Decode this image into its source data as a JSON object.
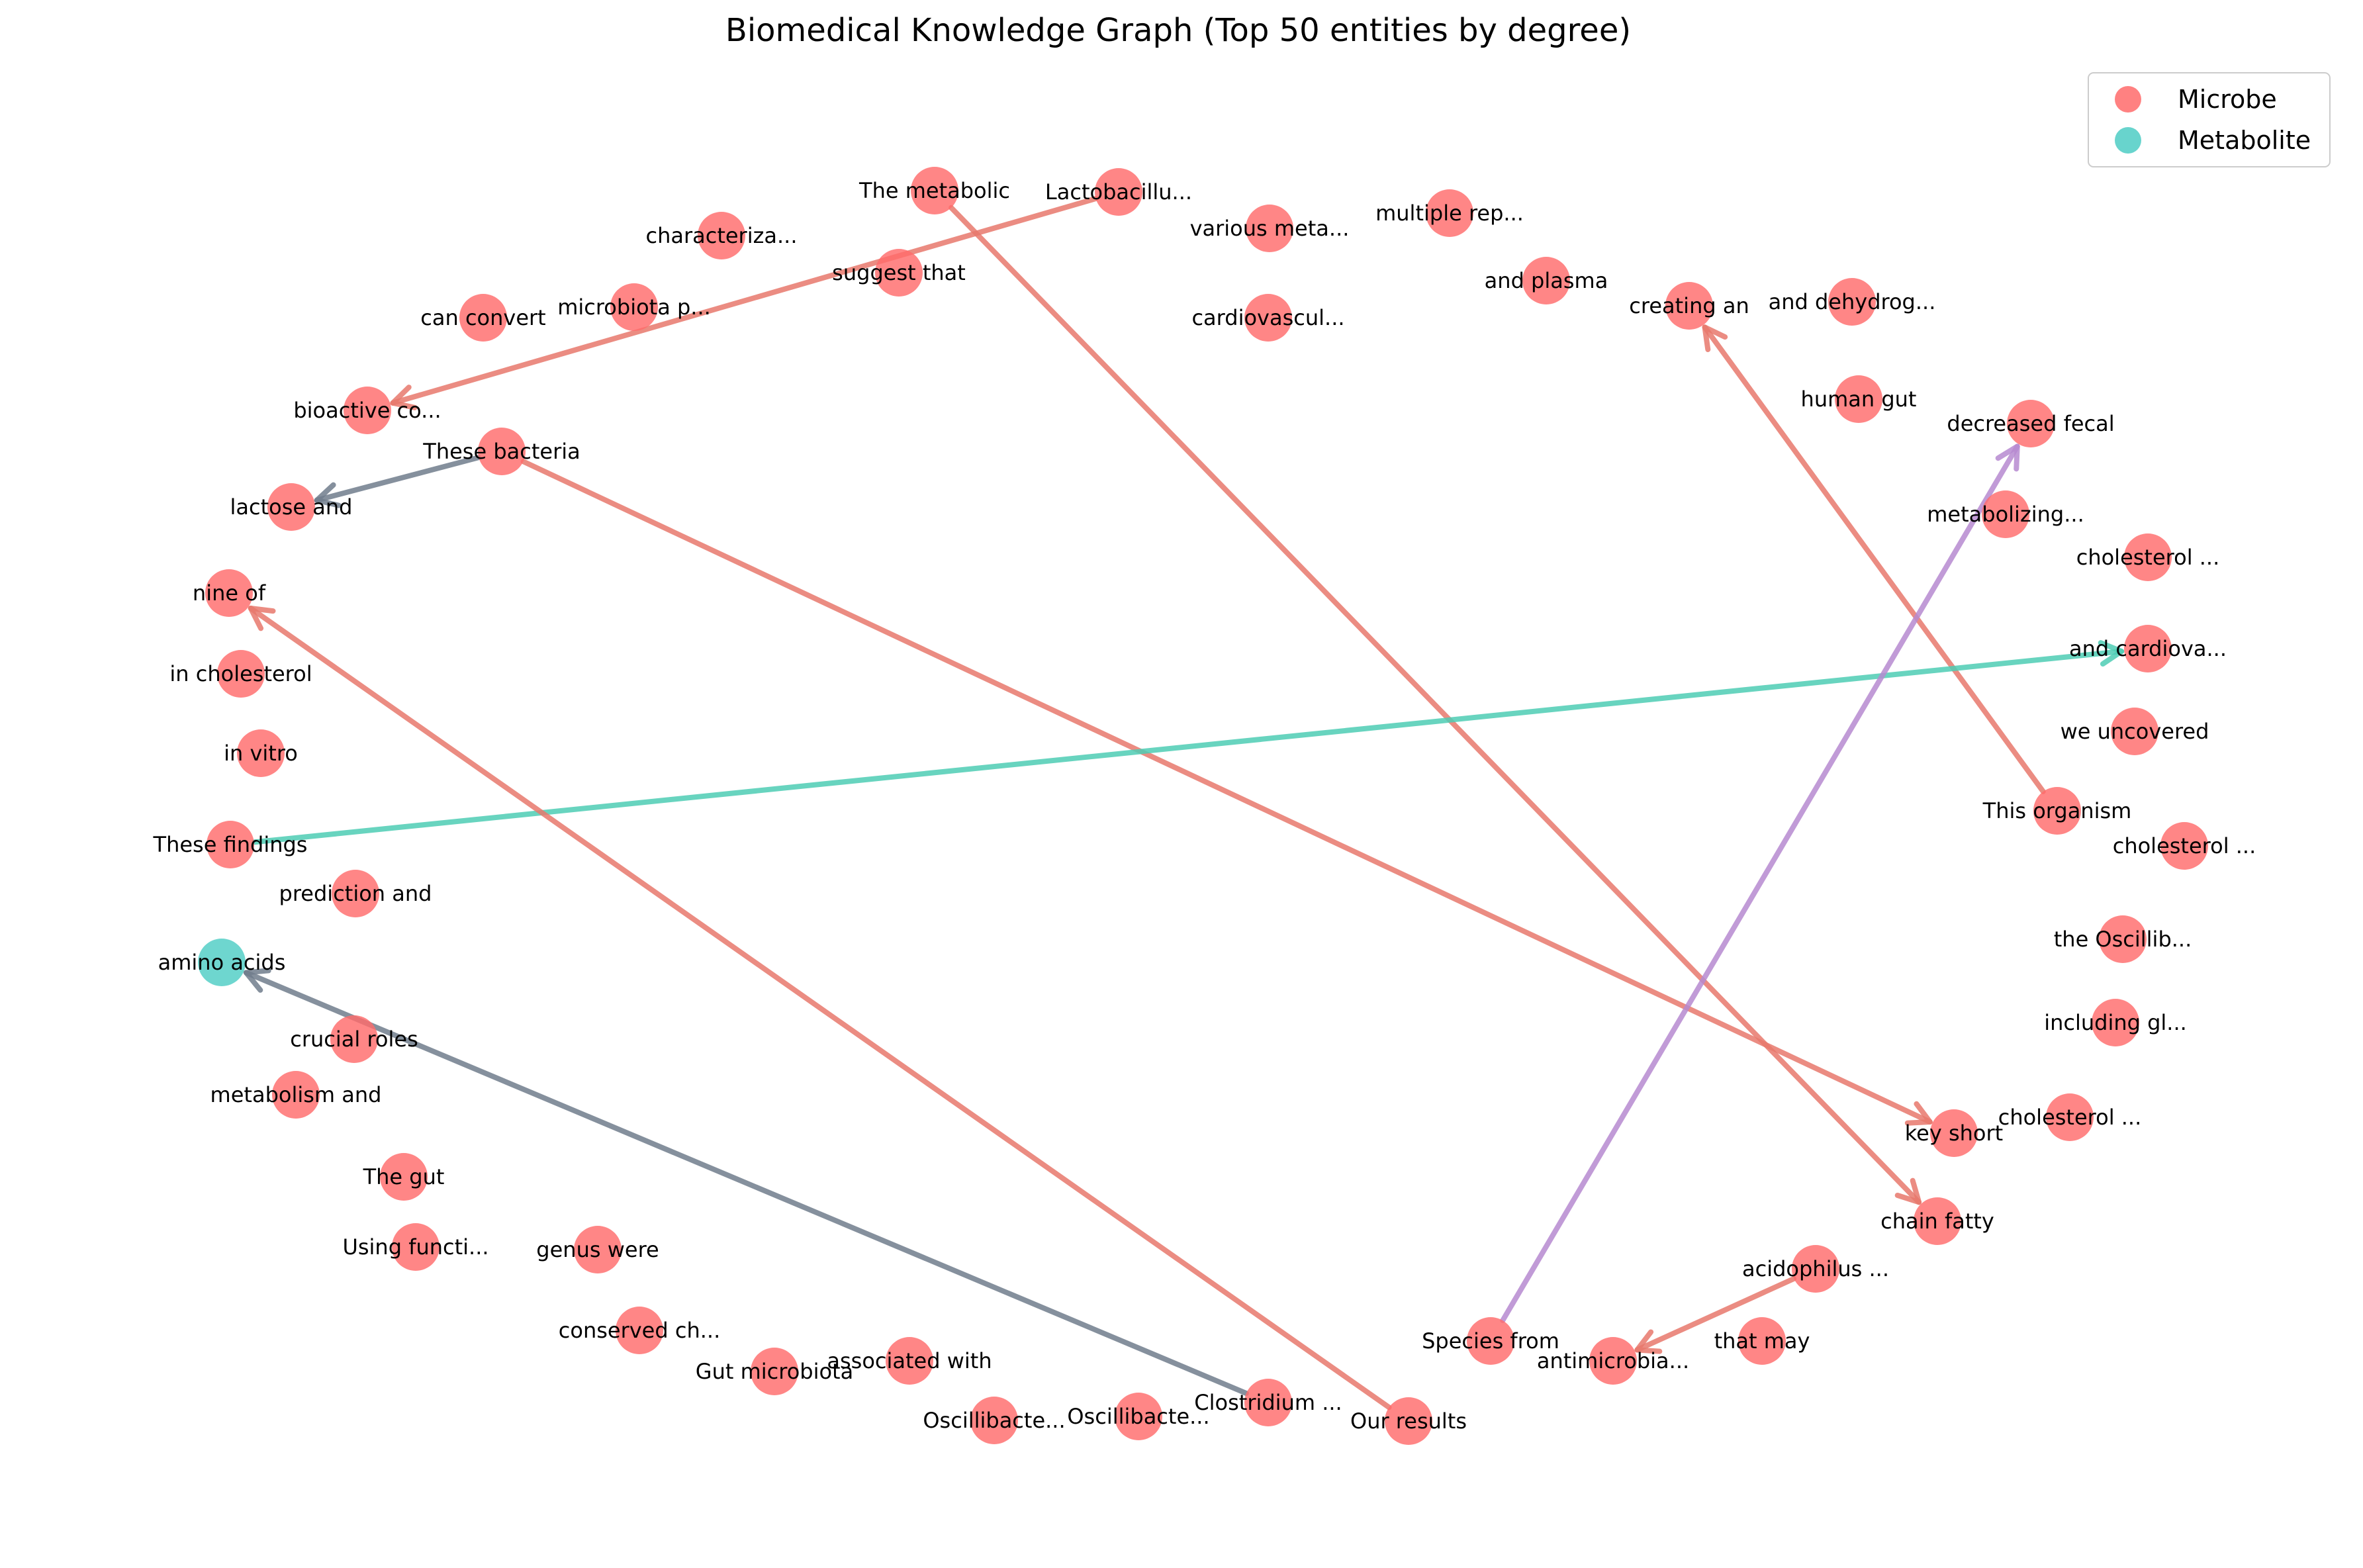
{
  "title": "Biomedical Knowledge Graph (Top 50 entities by degree)",
  "legend": {
    "placement": "top-right",
    "items": [
      {
        "label": "Microbe",
        "color": "#ff6b6b"
      },
      {
        "label": "Metabolite",
        "color": "#4ecdc4"
      }
    ]
  },
  "nodes": [
    {
      "id": "n1",
      "label": "The metabolic",
      "type": "Microbe"
    },
    {
      "id": "n2",
      "label": "Lactobacillu...",
      "type": "Microbe"
    },
    {
      "id": "n3",
      "label": "characteriza...",
      "type": "Microbe"
    },
    {
      "id": "n4",
      "label": "suggest that",
      "type": "Microbe"
    },
    {
      "id": "n5",
      "label": "various meta...",
      "type": "Microbe"
    },
    {
      "id": "n6",
      "label": "multiple rep...",
      "type": "Microbe"
    },
    {
      "id": "n7",
      "label": "microbiota p...",
      "type": "Microbe"
    },
    {
      "id": "n8",
      "label": "can convert",
      "type": "Microbe"
    },
    {
      "id": "n9",
      "label": "cardiovascul...",
      "type": "Microbe"
    },
    {
      "id": "n10",
      "label": "and plasma",
      "type": "Microbe"
    },
    {
      "id": "n11",
      "label": "creating an",
      "type": "Microbe"
    },
    {
      "id": "n12",
      "label": "and dehydrog...",
      "type": "Microbe"
    },
    {
      "id": "n13",
      "label": "human gut",
      "type": "Microbe"
    },
    {
      "id": "n14",
      "label": "bioactive co...",
      "type": "Microbe"
    },
    {
      "id": "n15",
      "label": "These bacteria",
      "type": "Microbe"
    },
    {
      "id": "n16",
      "label": "decreased fecal",
      "type": "Microbe"
    },
    {
      "id": "n17",
      "label": "lactose and",
      "type": "Microbe"
    },
    {
      "id": "n18",
      "label": "metabolizing...",
      "type": "Microbe"
    },
    {
      "id": "n19",
      "label": "cholesterol ...",
      "type": "Microbe"
    },
    {
      "id": "n20",
      "label": "nine of",
      "type": "Microbe"
    },
    {
      "id": "n21",
      "label": "and cardiova...",
      "type": "Microbe"
    },
    {
      "id": "n22",
      "label": "in cholesterol",
      "type": "Microbe"
    },
    {
      "id": "n23",
      "label": "we uncovered",
      "type": "Microbe"
    },
    {
      "id": "n24",
      "label": "in vitro",
      "type": "Microbe"
    },
    {
      "id": "n25",
      "label": "This organism",
      "type": "Microbe"
    },
    {
      "id": "n26",
      "label": "These findings",
      "type": "Microbe"
    },
    {
      "id": "n27",
      "label": "cholesterol ...",
      "type": "Microbe"
    },
    {
      "id": "n28",
      "label": "prediction and",
      "type": "Microbe"
    },
    {
      "id": "n29",
      "label": "the Oscillib...",
      "type": "Microbe"
    },
    {
      "id": "n30",
      "label": "amino acids",
      "type": "Metabolite"
    },
    {
      "id": "n31",
      "label": "including gl...",
      "type": "Microbe"
    },
    {
      "id": "n32",
      "label": "crucial roles",
      "type": "Microbe"
    },
    {
      "id": "n33",
      "label": "cholesterol ...",
      "type": "Microbe"
    },
    {
      "id": "n34",
      "label": "metabolism and",
      "type": "Microbe"
    },
    {
      "id": "n35",
      "label": "key short",
      "type": "Microbe"
    },
    {
      "id": "n36",
      "label": "The gut",
      "type": "Microbe"
    },
    {
      "id": "n37",
      "label": "chain fatty",
      "type": "Microbe"
    },
    {
      "id": "n38",
      "label": "Using functi...",
      "type": "Microbe"
    },
    {
      "id": "n39",
      "label": "genus were",
      "type": "Microbe"
    },
    {
      "id": "n40",
      "label": "acidophilus ...",
      "type": "Microbe"
    },
    {
      "id": "n41",
      "label": "conserved ch...",
      "type": "Microbe"
    },
    {
      "id": "n42",
      "label": "Species from",
      "type": "Microbe"
    },
    {
      "id": "n43",
      "label": "that may",
      "type": "Microbe"
    },
    {
      "id": "n44",
      "label": "associated with",
      "type": "Microbe"
    },
    {
      "id": "n45",
      "label": "Gut microbiota",
      "type": "Microbe"
    },
    {
      "id": "n46",
      "label": "antimicrobia...",
      "type": "Microbe"
    },
    {
      "id": "n47",
      "label": "Clostridium ...",
      "type": "Microbe"
    },
    {
      "id": "n48",
      "label": "Oscillibacte...",
      "type": "Microbe"
    },
    {
      "id": "n49",
      "label": "Oscillibacte...",
      "type": "Microbe"
    },
    {
      "id": "n50",
      "label": "Our results",
      "type": "Microbe"
    }
  ],
  "edges": [
    {
      "source": "n2",
      "target": "n14",
      "color": "#e8786c"
    },
    {
      "source": "n1",
      "target": "n37",
      "color": "#e8786c"
    },
    {
      "source": "n15",
      "target": "n17",
      "color": "#707d8c"
    },
    {
      "source": "n15",
      "target": "n35",
      "color": "#e8786c"
    },
    {
      "source": "n25",
      "target": "n11",
      "color": "#e8786c"
    },
    {
      "source": "n26",
      "target": "n21",
      "color": "#4ecdb4"
    },
    {
      "source": "n42",
      "target": "n16",
      "color": "#b68ad0"
    },
    {
      "source": "n47",
      "target": "n30",
      "color": "#707d8c"
    },
    {
      "source": "n50",
      "target": "n20",
      "color": "#e8786c"
    },
    {
      "source": "n40",
      "target": "n46",
      "color": "#e8786c"
    }
  ]
}
